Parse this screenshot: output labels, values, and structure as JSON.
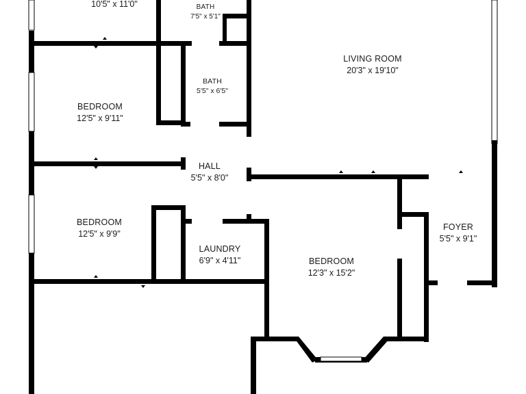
{
  "floor_plan": {
    "rooms": [
      {
        "id": "bedroom-top-left",
        "name": "",
        "dims": "10'5\" x 11'0\""
      },
      {
        "id": "bath-top",
        "name": "BATH",
        "dims": "7'5\" x 5'1\""
      },
      {
        "id": "living-room",
        "name": "LIVING ROOM",
        "dims": "20'3\" x 19'10\""
      },
      {
        "id": "bath-middle",
        "name": "BATH",
        "dims": "5'5\" x 6'5\""
      },
      {
        "id": "bedroom-upper",
        "name": "BEDROOM",
        "dims": "12'5\" x 9'11\""
      },
      {
        "id": "hall",
        "name": "HALL",
        "dims": "5'5\" x 8'0\""
      },
      {
        "id": "bedroom-lower",
        "name": "BEDROOM",
        "dims": "12'5\" x 9'9\""
      },
      {
        "id": "foyer",
        "name": "FOYER",
        "dims": "5'5\" x 9'1\""
      },
      {
        "id": "laundry",
        "name": "LAUNDRY",
        "dims": "6'9\" x 4'11\""
      },
      {
        "id": "bedroom-bay",
        "name": "BEDROOM",
        "dims": "12'3\" x 15'2\""
      }
    ]
  }
}
